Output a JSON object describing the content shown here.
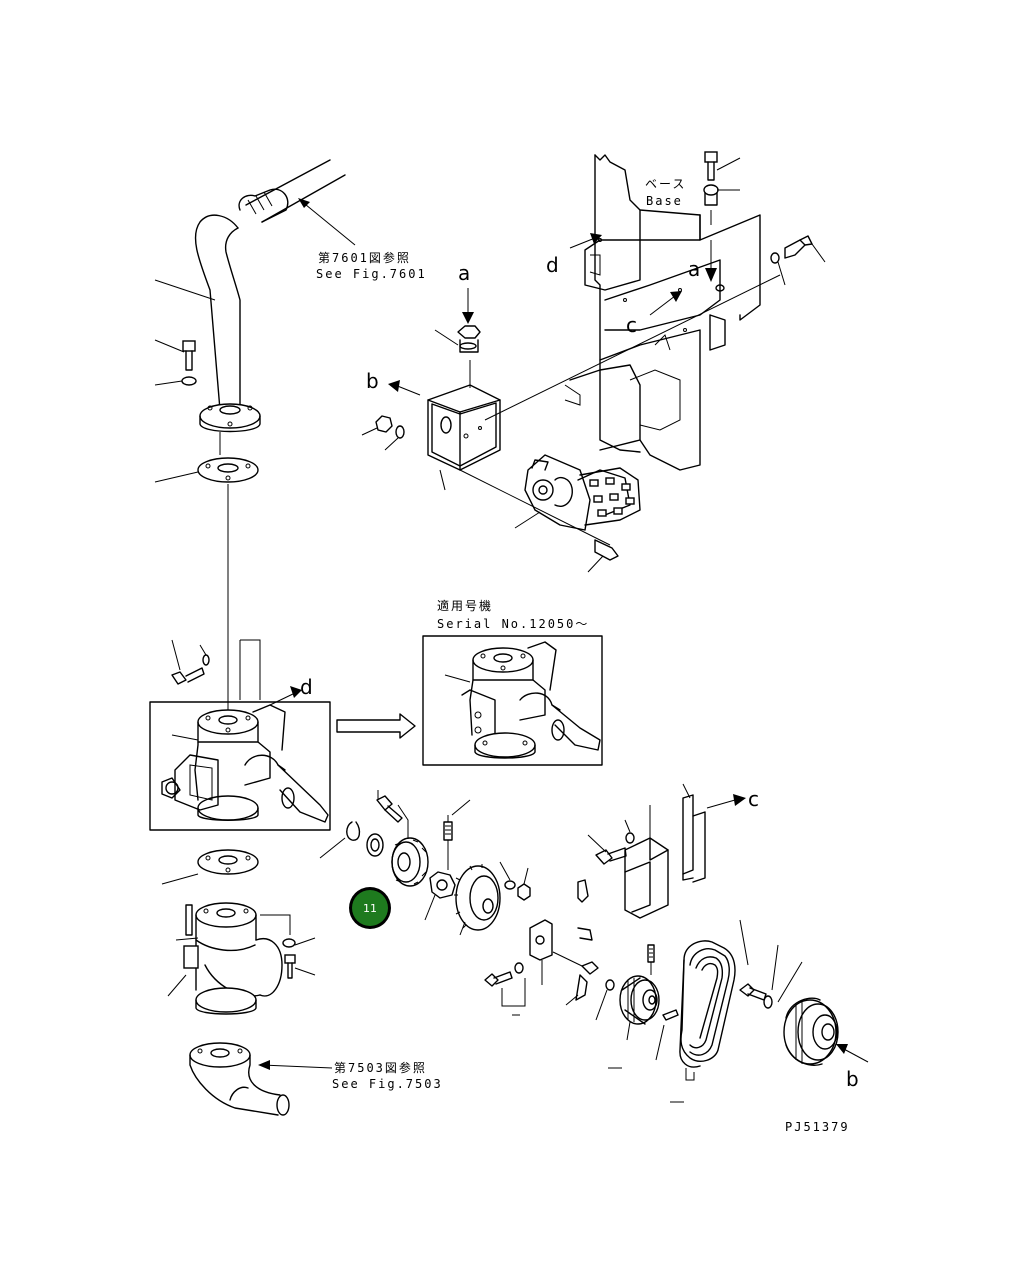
{
  "references": {
    "fig7601_jp": "第7601図参照",
    "fig7601_en": "See Fig.7601",
    "fig7503_jp": "第7503図参照",
    "fig7503_en": "See Fig.7503",
    "base_jp": "ベース",
    "base_en": "Base",
    "serial_jp": "適用号機",
    "serial_en": "Serial No.12050～"
  },
  "letters": {
    "a": "a",
    "b": "b",
    "c": "c",
    "d": "d"
  },
  "hotspot": {
    "label": "11",
    "color": "#1e7a1e"
  },
  "drawing_number": "PJ51379"
}
